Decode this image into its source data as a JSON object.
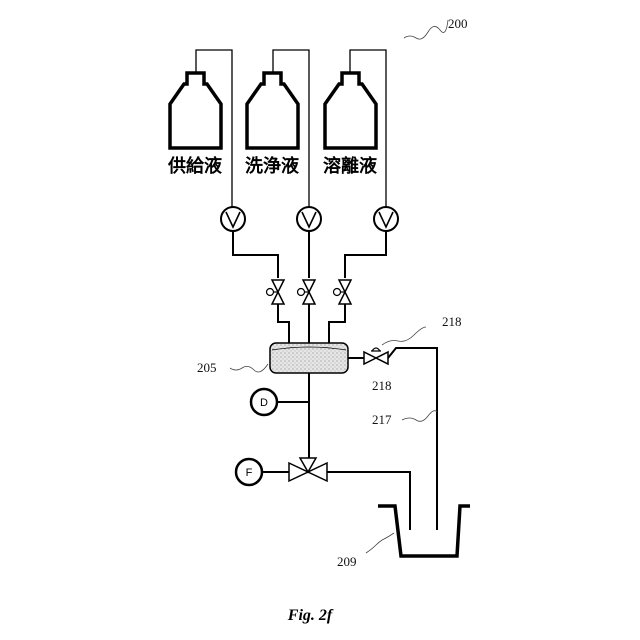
{
  "labels": {
    "system": "200",
    "column": "205",
    "valve_top": "218",
    "valve_bottom": "218",
    "line": "217",
    "waste": "209"
  },
  "bottles": [
    {
      "label": "供給液"
    },
    {
      "label": "洗浄液"
    },
    {
      "label": "溶離液"
    }
  ],
  "gauges": {
    "d": "D",
    "f": "F"
  },
  "caption": "Fig. 2f"
}
